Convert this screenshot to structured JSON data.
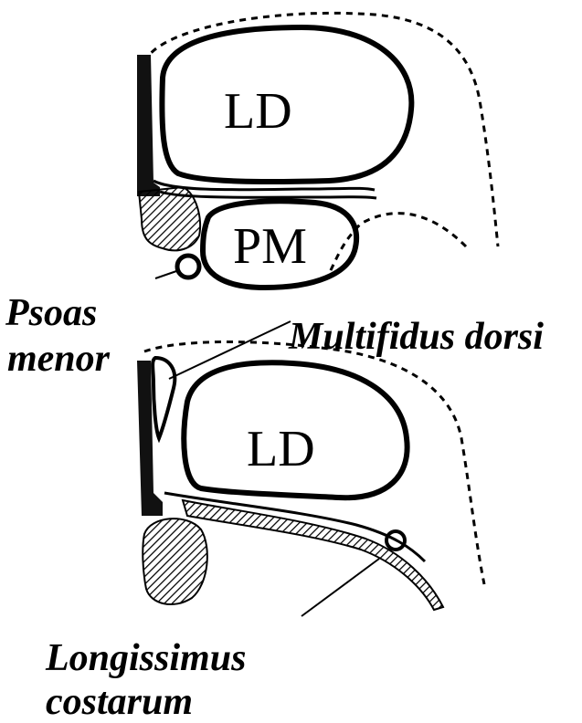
{
  "top_section": {
    "muscle_ld_label": "LD",
    "muscle_pm_label": "PM"
  },
  "bottom_section": {
    "muscle_ld_label": "LD"
  },
  "labels": {
    "psoas_line1": "Psoas",
    "psoas_line2": "menor",
    "multifidus": "Multifidus dorsi",
    "longissimus_line1": "Longissimus",
    "longissimus_line2": "costarum"
  }
}
